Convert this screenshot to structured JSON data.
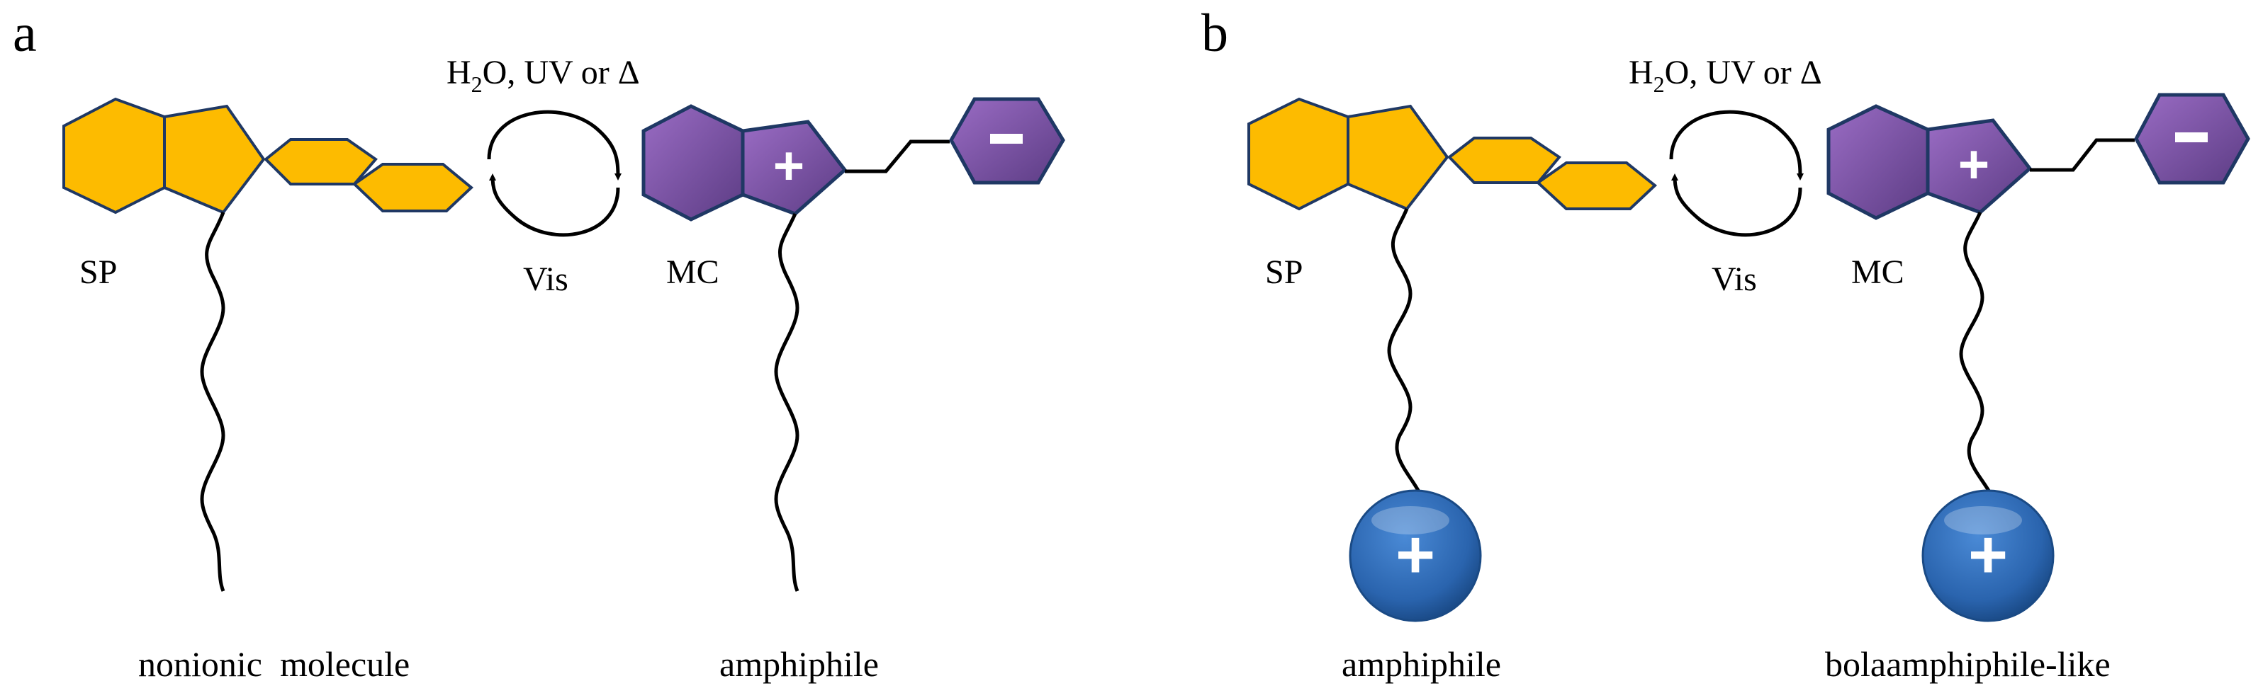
{
  "colors": {
    "sp_fill": "#FDBB00",
    "sp_stroke": "#1F3864",
    "mc_fill_light": "#9063B8",
    "mc_fill_dark": "#5E3E86",
    "mc_stroke": "#1F3864",
    "ball_fill": "#2E6FB8",
    "ball_fill_dark": "#1D4F8C"
  },
  "panels": [
    {
      "letter": "a",
      "condition_forward": "H",
      "condition_subscript": "2",
      "condition_rest": "O, UV or Δ",
      "condition_back": "Vis",
      "left_name": "SP",
      "right_name": "MC",
      "left_caption": "nonionic  molecule",
      "right_caption": "amphiphile",
      "plus_symbol": "+",
      "minus_symbol": "−"
    },
    {
      "letter": "b",
      "condition_forward": "H",
      "condition_subscript": "2",
      "condition_rest": "O, UV or Δ",
      "condition_back": "Vis",
      "left_name": "SP",
      "right_name": "MC",
      "left_caption": "amphiphile",
      "right_caption": "bolaamphiphile-like",
      "plus_symbol": "+",
      "minus_symbol": "−"
    }
  ]
}
